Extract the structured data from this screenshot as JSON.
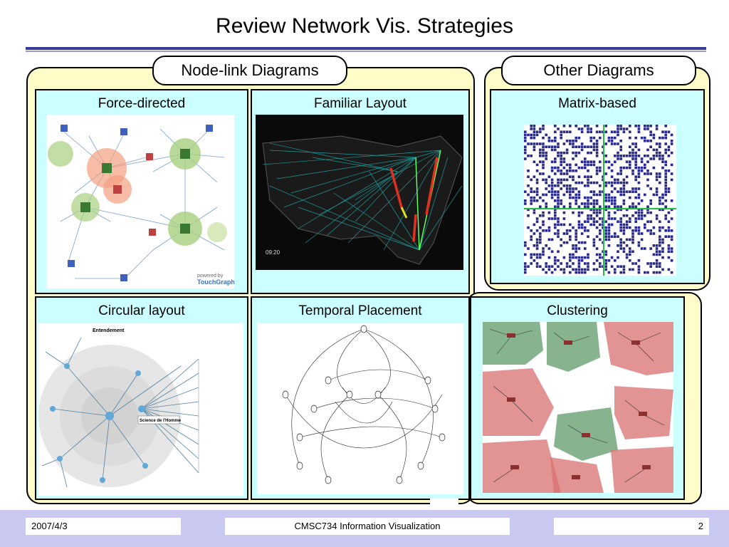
{
  "slide": {
    "title": "Review Network Vis. Strategies"
  },
  "groups": {
    "node_link": {
      "label": "Node-link Diagrams"
    },
    "other": {
      "label": "Other Diagrams"
    }
  },
  "panels": {
    "force": {
      "label": "Force-directed"
    },
    "familiar": {
      "label": "Familiar Layout",
      "timestamp": "09:20"
    },
    "matrix": {
      "label": "Matrix-based"
    },
    "circular": {
      "label": "Circular layout",
      "inner_title": "Entendement",
      "center_label": "Science de l'Homme"
    },
    "temporal": {
      "label": "Temporal Placement"
    },
    "clustering": {
      "label": "Clustering"
    }
  },
  "footer": {
    "date": "2007/4/3",
    "course": "CMSC734 Information Visualization",
    "page": "2"
  },
  "colors": {
    "panel_bg": "#ccffff",
    "group_bg": "#fffcc8",
    "footer_bg": "#c8c8f0",
    "rule": "#3a3a9a"
  }
}
